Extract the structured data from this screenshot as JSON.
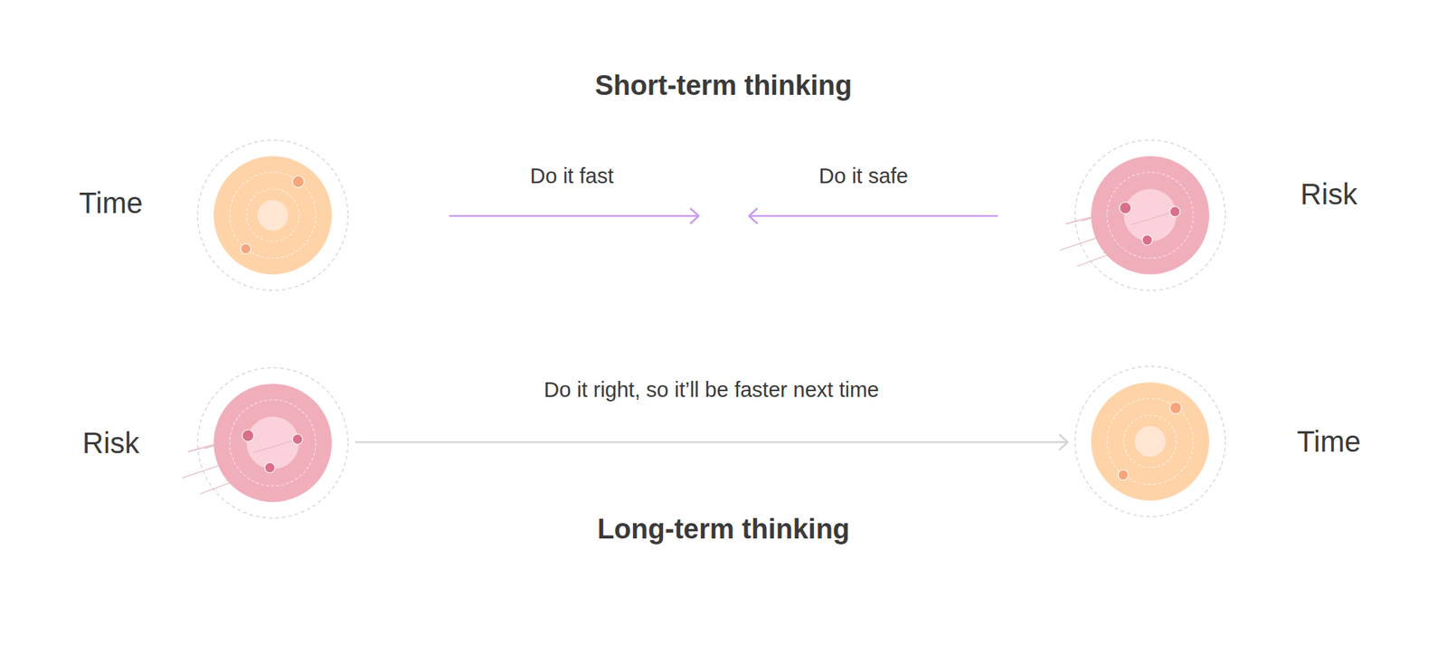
{
  "diagram": {
    "title": "Short-term thinking",
    "caption": "Long-term thinking",
    "nodes": [
      {
        "text": [
          "Time"
        ]
      },
      {
        "text": [
          "Risk"
        ]
      },
      {
        "text": [
          "Risk"
        ]
      },
      {
        "text": [
          "Time"
        ]
      }
    ],
    "edges": [
      {
        "from": 2,
        "to": 3,
        "arrow": "to",
        "label": "Do it right, so it’ll be faster next time"
      }
    ],
    "labels": [
      "Do it fast",
      "Do it safe"
    ]
  }
}
